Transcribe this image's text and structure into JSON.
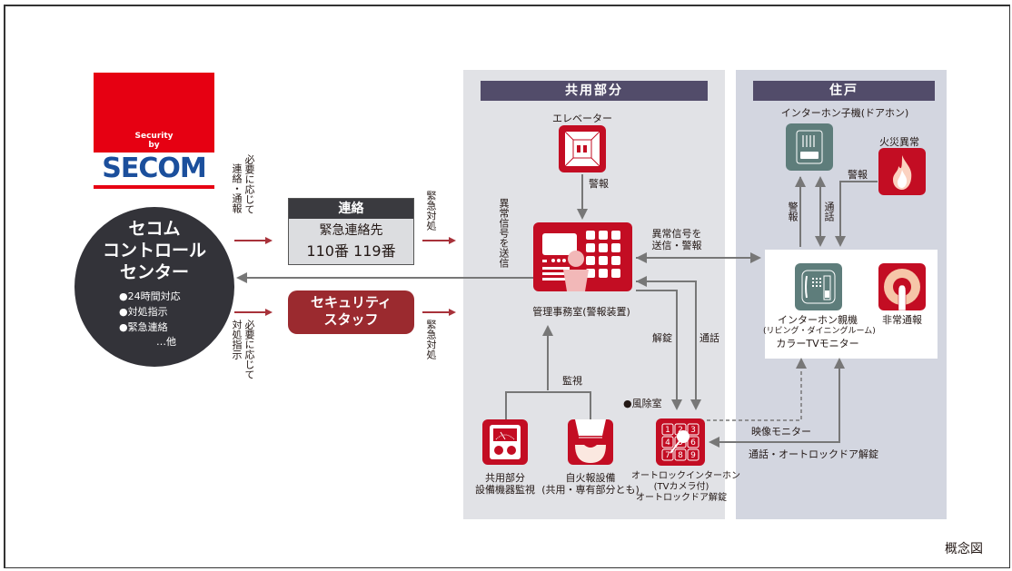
{
  "logo": {
    "line1": "Security",
    "line2": "by",
    "brand": "SECOM"
  },
  "control_center": {
    "title_lines": [
      "セコム",
      "コントロール",
      "センター"
    ],
    "bullets": [
      "●24時間対応",
      "●対処指示",
      "●緊急連絡"
    ],
    "etc": "…他"
  },
  "arrows_left": {
    "top_note_col1": "必要に応じて",
    "top_note_col2": "連絡・通報",
    "bottom_note_col1": "必要に応じて",
    "bottom_note_col2": "対処指示"
  },
  "contact_box": {
    "header": "連絡",
    "line1": "緊急連絡先",
    "line2": "110番 119番"
  },
  "security_staff": {
    "line1": "セキュリティ",
    "line2": "スタッフ"
  },
  "emergency_notes": {
    "top": "緊急対処",
    "bottom": "緊急対処"
  },
  "common_area": {
    "header": "共用部分",
    "elevator_label": "エレベーター",
    "elevator_arrow_label": "警報",
    "vertical_send_label": "異常信号を送信",
    "office_label": "管理事務室(警報装置)",
    "send_alarm_label_line1": "異常信号を",
    "send_alarm_label_line2": "送信・警報",
    "unlock_label": "解錠",
    "call_label": "通話",
    "monitor_label": "監視",
    "windbreak_label": "●風除室",
    "equipment_label_line1": "共用部分",
    "equipment_label_line2": "設備機器監視",
    "fire_alarm_label_line1": "自火報設備",
    "fire_alarm_label_line2": "(共用・専有部分とも)",
    "autolock_label_line1": "オートロックインターホン",
    "autolock_label_line2": "(TVカメラ付)",
    "autolock_label_line3": "オートロックドア解錠",
    "keypad_digits": [
      "1",
      "2",
      "3",
      "4",
      "5",
      "6",
      "7",
      "8",
      "9"
    ]
  },
  "dwelling": {
    "header": "住戸",
    "door_phone_label": "インターホン子機(ドアホン)",
    "fire_label": "火災異常",
    "fire_alarm_arrow_label": "警報",
    "alarm_up_label": "警報",
    "call_label": "通話",
    "master_label_line1": "インターホン親機",
    "master_label_line2": "(リビング・ダイニングルーム)",
    "master_label_line3": "カラーTVモニター",
    "emergency_label": "非常通報",
    "video_monitor_label": "映像モニター",
    "call_unlock_label": "通話・オートロックドア解錠"
  },
  "caption": "概念図",
  "colors": {
    "brand_red": "#c30d23",
    "staff_red": "#9b2a2f",
    "panel_header": "#524c6a",
    "panel_bg": "#e1e2e6",
    "dwelling_bg": "#d3d6e0",
    "center_dark": "#333339",
    "teal": "#5e7d7b",
    "secom_blue": "#1b4f9c",
    "secom_teal": "#18a0a8",
    "arrow_gray": "#777777",
    "arrow_red": "#a8323a"
  }
}
